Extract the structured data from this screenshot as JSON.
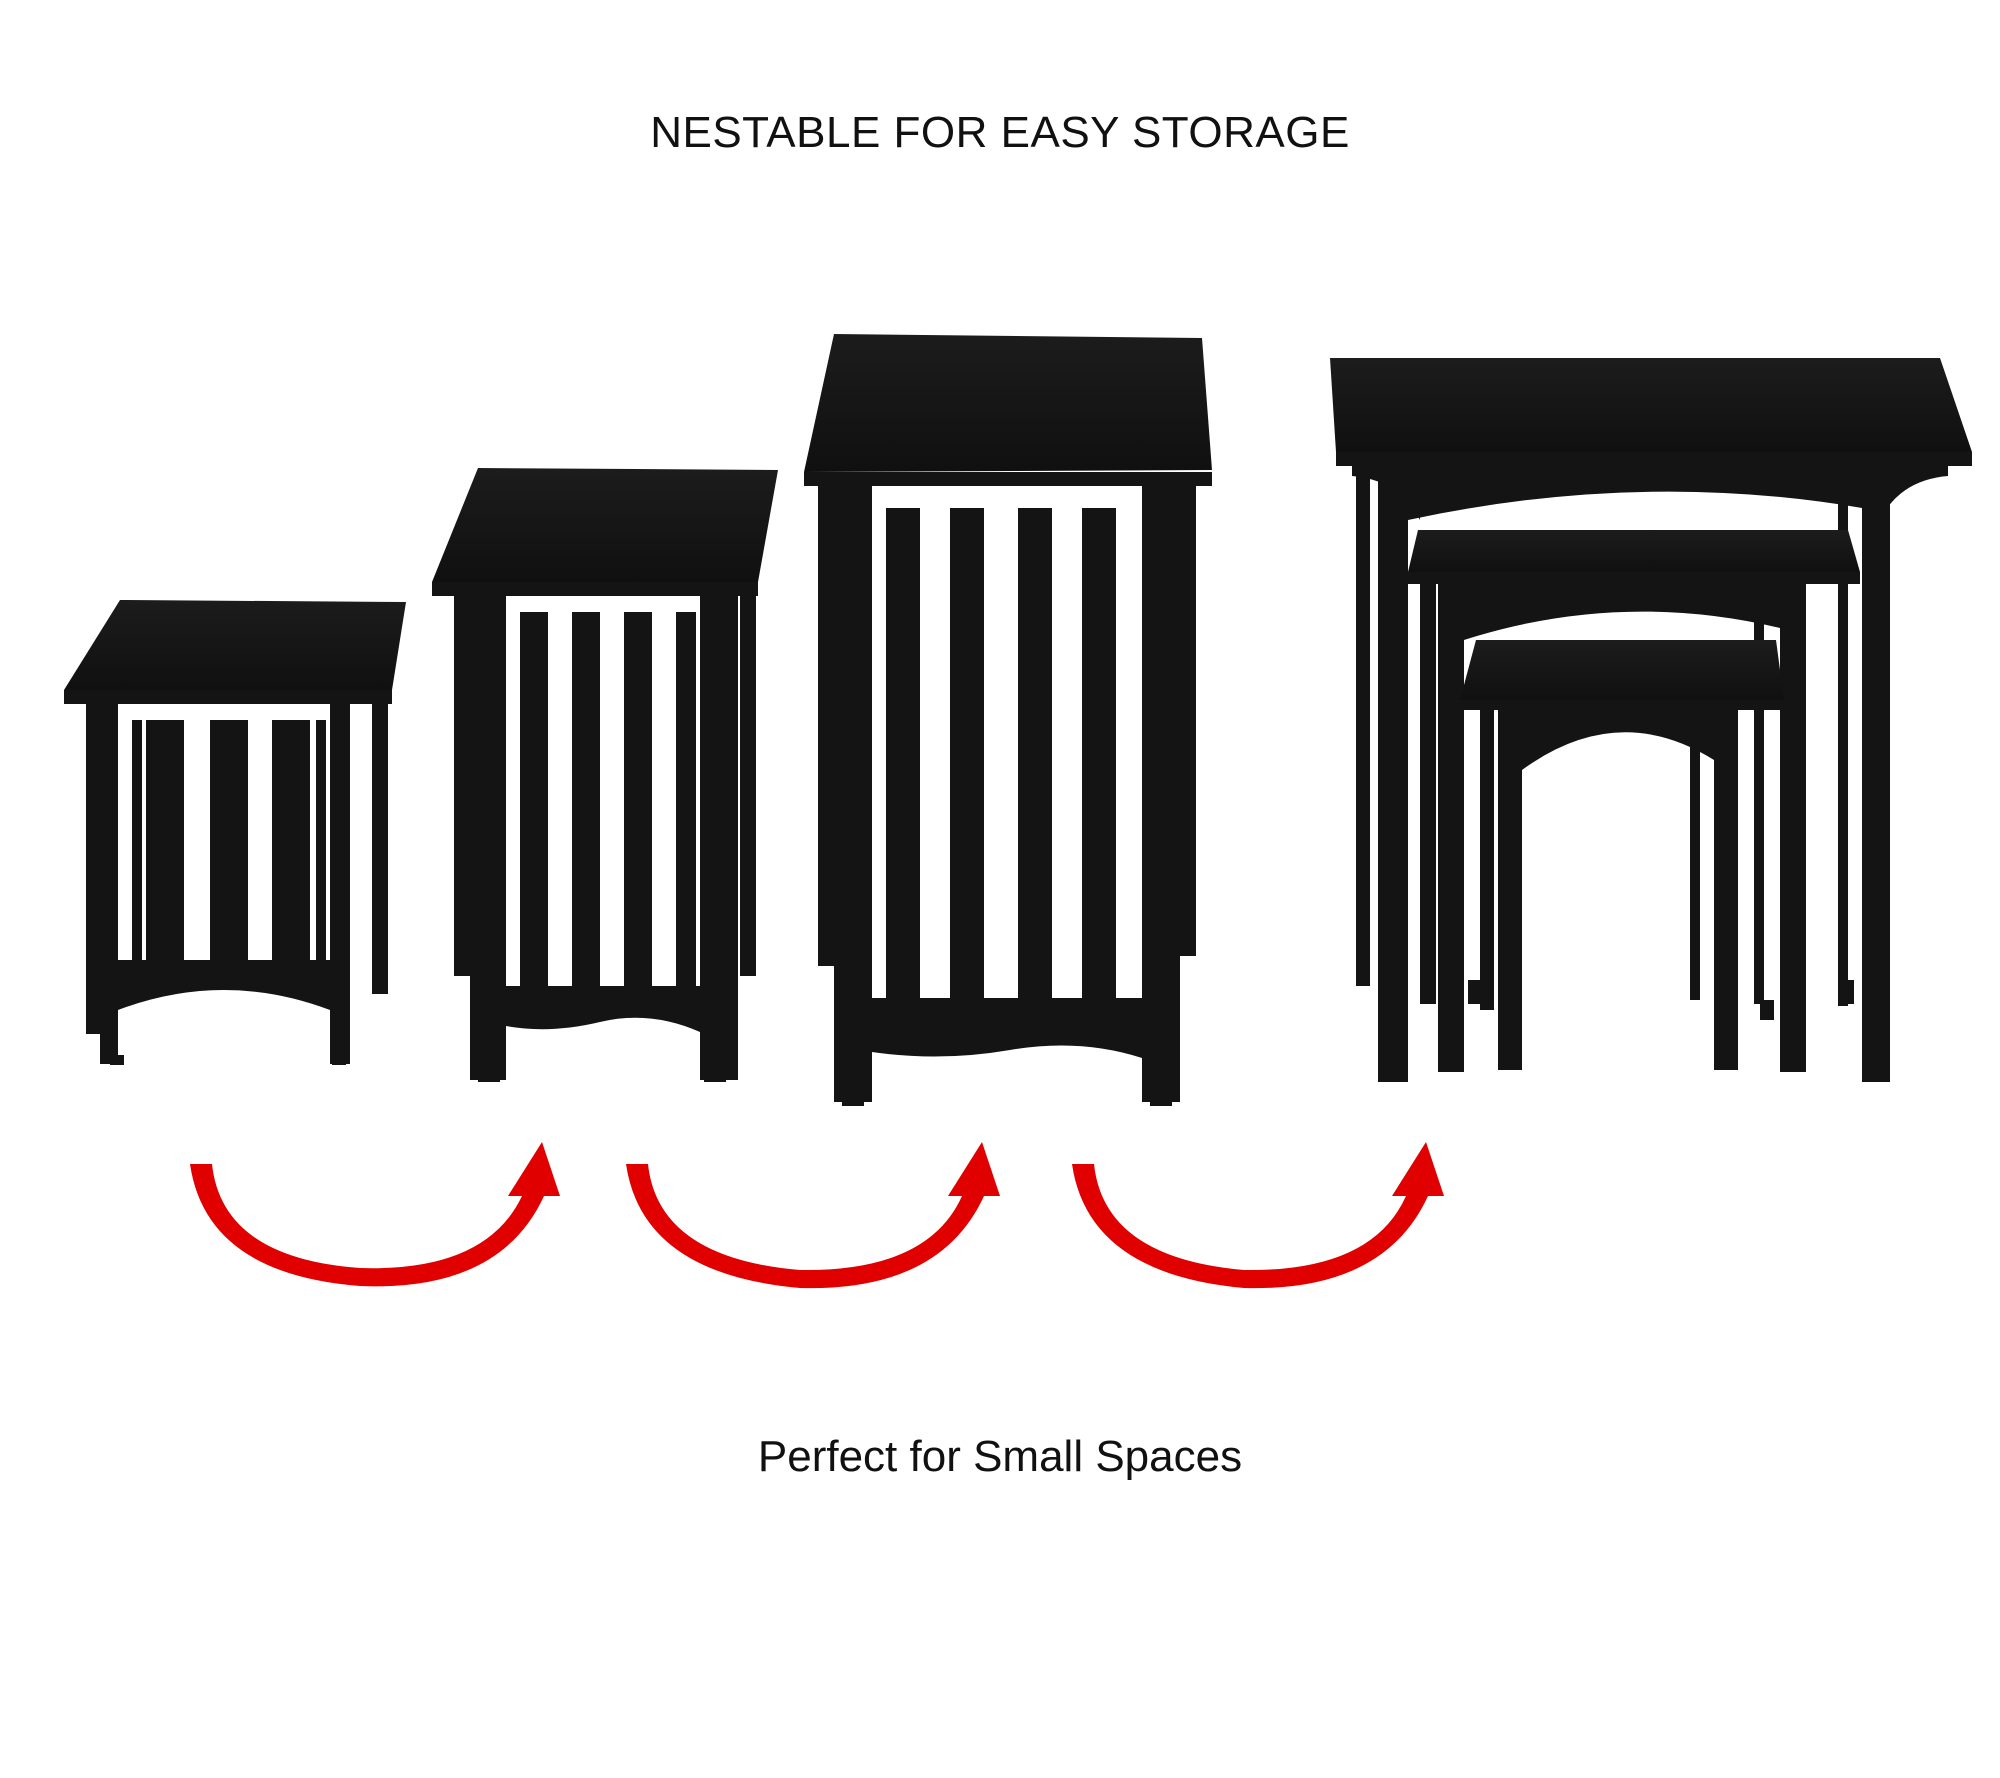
{
  "headline": "NESTABLE FOR EASY STORAGE",
  "subline": "Perfect for Small Spaces",
  "colors": {
    "background": "#ffffff",
    "furniture": "#141414",
    "arrow": "#e00000"
  },
  "items": [
    {
      "name": "small-table"
    },
    {
      "name": "medium-table"
    },
    {
      "name": "large-table"
    },
    {
      "name": "nested-tables"
    }
  ],
  "arrows": [
    "curved-arrow",
    "curved-arrow",
    "curved-arrow"
  ]
}
